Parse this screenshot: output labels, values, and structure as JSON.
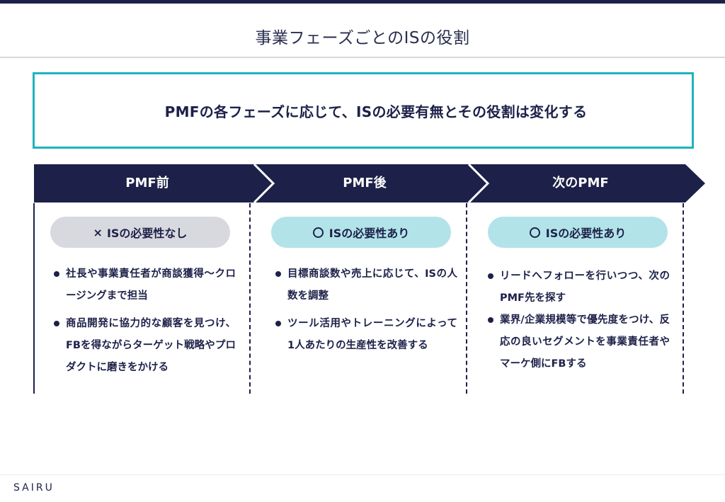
{
  "colors": {
    "navy": "#1d2149",
    "teal_border": "#1fb3bd",
    "pill_no": "#d8d9df",
    "pill_yes": "#b2e3e8"
  },
  "header": {
    "title": "事業フェーズごとのISの役割"
  },
  "message": {
    "text": "PMFの各フェーズに応じて、ISの必要有無とその役割は変化する"
  },
  "phases": [
    {
      "label": "PMF前",
      "status": {
        "mark": "×",
        "mark_icon": "cross-icon",
        "text": "ISの必要性なし",
        "needed": false
      },
      "bullets": [
        "社長や事業責任者が商談獲得～クロージングまで担当",
        "商品開発に協力的な顧客を見つけ、FBを得ながらターゲット戦略やプロダクトに磨きをかける"
      ]
    },
    {
      "label": "PMF後",
      "status": {
        "mark": "○",
        "mark_icon": "circle-icon",
        "text": "ISの必要性あり",
        "needed": true
      },
      "bullets": [
        "目標商談数や売上に応じて、ISの人数を調整",
        "ツール活用やトレーニングによって1人あたりの生産性を改善する"
      ]
    },
    {
      "label": "次のPMF",
      "status": {
        "mark": "○",
        "mark_icon": "circle-icon",
        "text": "ISの必要性あり",
        "needed": true
      },
      "bullets": [
        "リードへフォローを行いつつ、次のPMF先を探す",
        "業界/企業規模等で優先度をつけ、反応の良いセグメントを事業責任者やマーケ側にFBする"
      ]
    }
  ],
  "footer": {
    "logo": "SAIRU"
  }
}
